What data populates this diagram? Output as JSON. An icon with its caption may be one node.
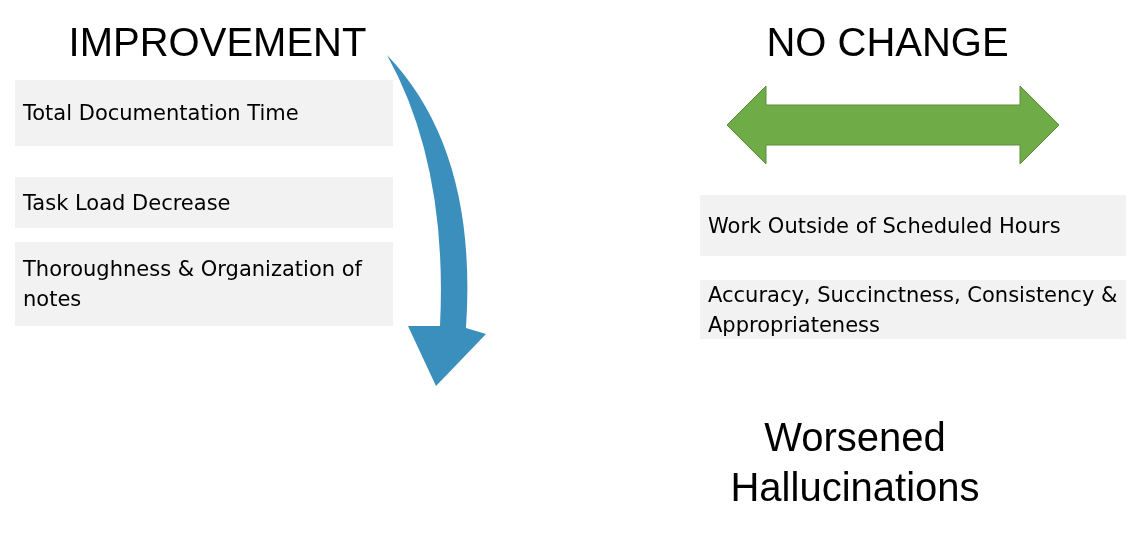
{
  "diagram": {
    "nodes": [
      {
        "text": [
          "Total Documentation Time"
        ]
      },
      {
        "text": [
          "Task Load Decrease"
        ]
      },
      {
        "text": [
          "Thoroughness & Organization of notes"
        ]
      },
      {
        "text": [
          "Work Outside of Scheduled Hours"
        ]
      },
      {
        "text": [
          "Accuracy, Succinctness, Consistency & Appropriateness"
        ]
      }
    ],
    "labels": [
      "IMPROVEMENT",
      "NO CHANGE",
      "Worsened Hallucinations"
    ]
  }
}
